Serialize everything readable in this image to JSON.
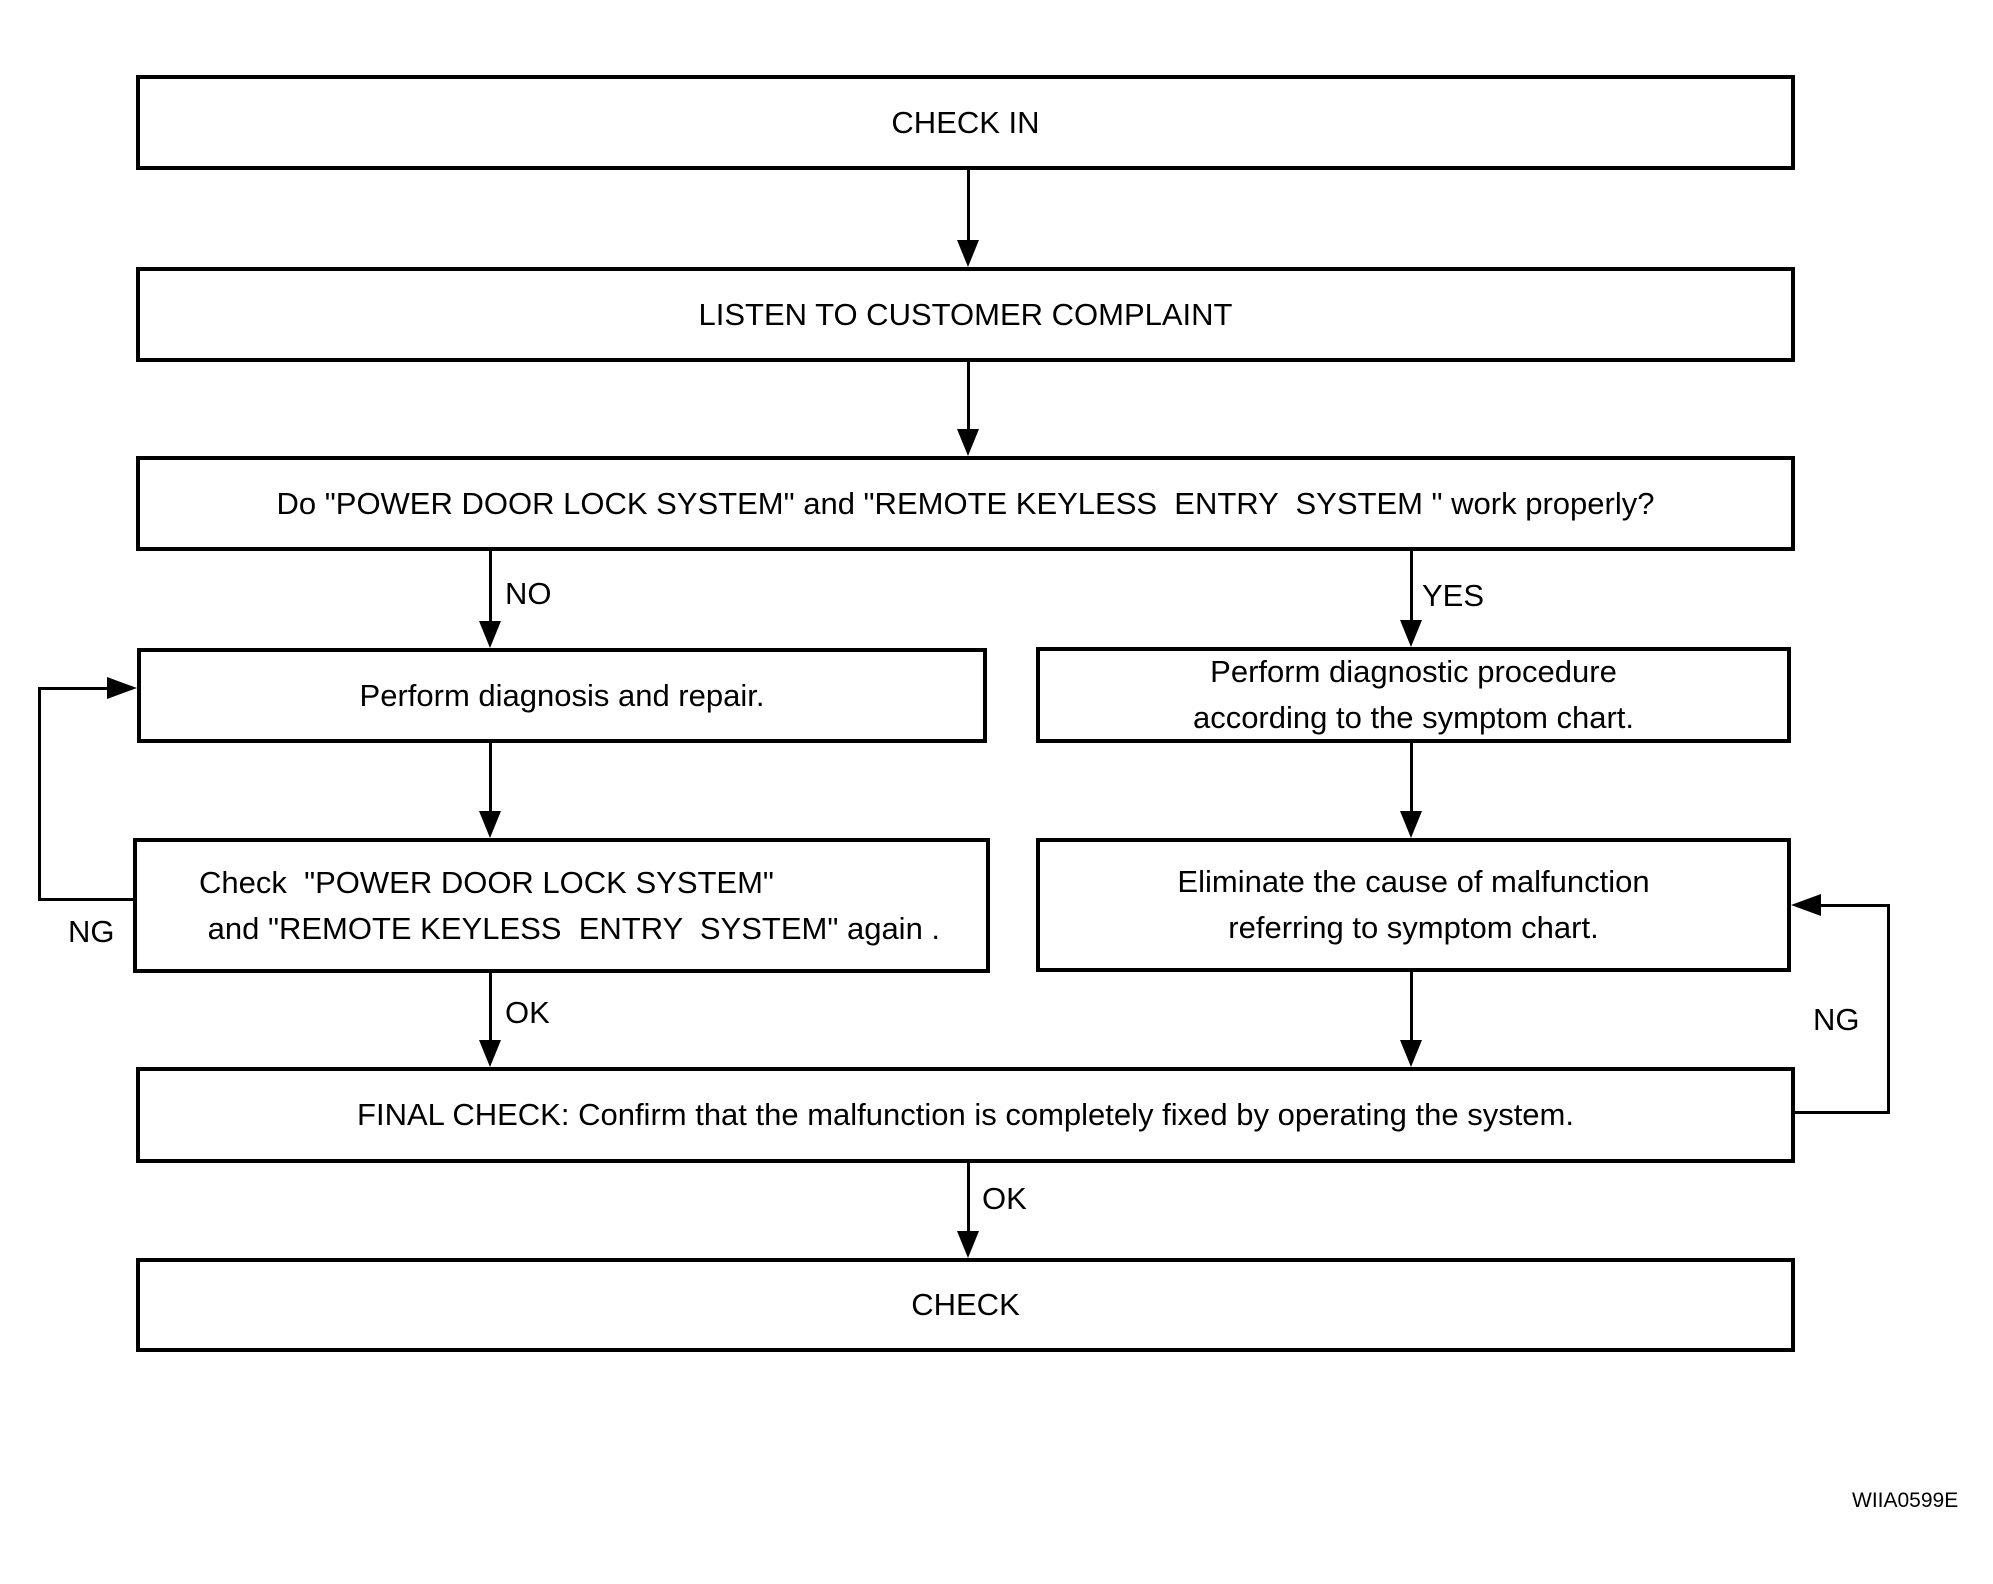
{
  "page": {
    "background": "#ffffff",
    "line_color": "#000000",
    "figure_code": "WIIA0599E"
  },
  "flowchart": {
    "check_in": {
      "label": "CHECK IN"
    },
    "listen": {
      "label": "LISTEN TO CUSTOMER COMPLAINT"
    },
    "question": {
      "label": "Do \"POWER DOOR LOCK SYSTEM\" and \"REMOTE KEYLESS  ENTRY  SYSTEM \" work properly?"
    },
    "branch_no": {
      "label": "NO"
    },
    "branch_yes": {
      "label": "YES"
    },
    "diagnosis": {
      "label": "Perform diagnosis and repair."
    },
    "diagnostic_procedure": {
      "line1": "Perform diagnostic procedure",
      "line2": "according to the symptom chart."
    },
    "recheck": {
      "line1": "Check  \"POWER DOOR LOCK SYSTEM\"",
      "line2": " and \"REMOTE KEYLESS  ENTRY  SYSTEM\" again ."
    },
    "eliminate": {
      "line1": "Eliminate the cause of malfunction",
      "line2": "referring to symptom chart."
    },
    "ng_left": {
      "label": "NG"
    },
    "ng_right": {
      "label": "NG"
    },
    "ok_left": {
      "label": "OK"
    },
    "ok_bottom": {
      "label": "OK"
    },
    "final_check": {
      "label": "FINAL CHECK: Confirm that the malfunction is completely fixed by operating the system."
    },
    "check": {
      "label": "CHECK"
    }
  }
}
